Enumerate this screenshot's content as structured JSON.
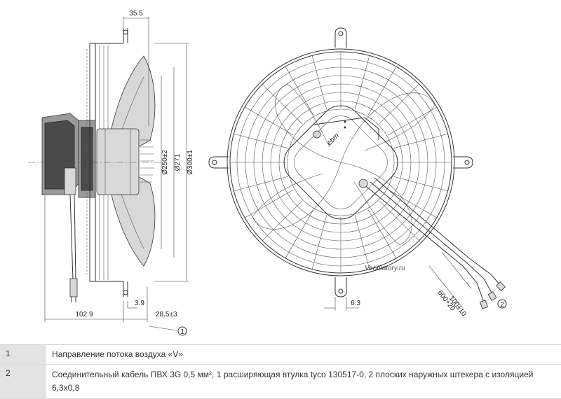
{
  "dimensions": {
    "top_width": "35.5",
    "d_250": "Ø250±2",
    "d_271": "Ø271",
    "d_300": "Ø300±1",
    "depth_102": "102.9",
    "depth_39": "3.9",
    "depth_285": "28.5±3",
    "mount_63": "6.3",
    "cable_100": "100±10",
    "cable_600": "600+20"
  },
  "callouts": {
    "airflow": "1",
    "cable": "2"
  },
  "brand_label": "ebm",
  "watermark": "Ventilatory.ru",
  "notes": [
    {
      "num": "1",
      "text": "Направление потока воздуха «V»"
    },
    {
      "num": "2",
      "text": "Соединительный кабель ПВХ 3G 0,5 мм², 1 расширяющая втулка tyco 130517-0, 2 плоских наружных штекера с изоляцией 6,3x0,8"
    }
  ],
  "colors": {
    "line": "#333333",
    "housing_grey": "#9a9a9a",
    "motor_dark": "#4a4a4a",
    "note_label_bg": "#e3e3e3"
  }
}
